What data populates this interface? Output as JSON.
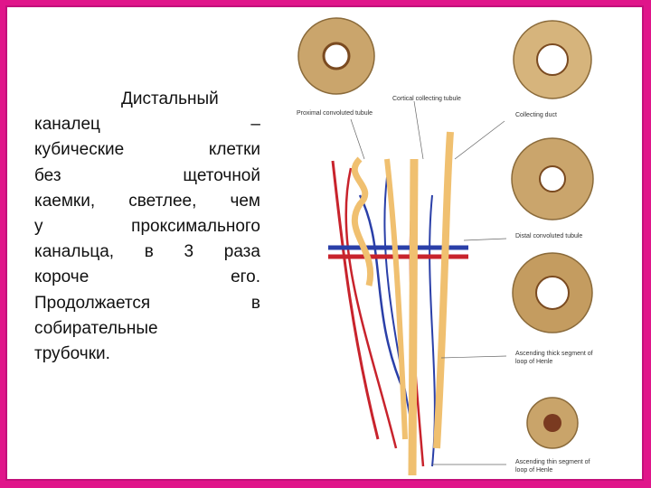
{
  "slide": {
    "text_lines": [
      "Дистальный",
      [
        "каналец",
        "–"
      ],
      [
        "кубические",
        "клетки"
      ],
      [
        "без",
        "щеточной"
      ],
      [
        "каемки,",
        "светлее,",
        "чем"
      ],
      [
        "у",
        "проксимального"
      ],
      [
        "канальца,",
        "в",
        "3",
        "раза"
      ],
      [
        "короче",
        "его."
      ],
      [
        "Продолжается",
        "в"
      ],
      "собирательные",
      "трубочки."
    ]
  },
  "figure": {
    "labels": {
      "proximal": "Proximal convoluted tubule",
      "cortical": "Cortical collecting tubule",
      "collecting_duct": "Collecting duct",
      "distal": "Distal convoluted tubule",
      "thick_line1": "Ascending thick segment of",
      "thick_line2": "loop of Henle",
      "thin_line1": "Ascending thin segment of",
      "thin_line2": "loop of Henle"
    },
    "colors": {
      "artery": "#c8232c",
      "vein": "#2a3fa8",
      "tubule": "#f0c070",
      "tubule_edge": "#c89a40",
      "cell": "#c9a46a"
    }
  }
}
